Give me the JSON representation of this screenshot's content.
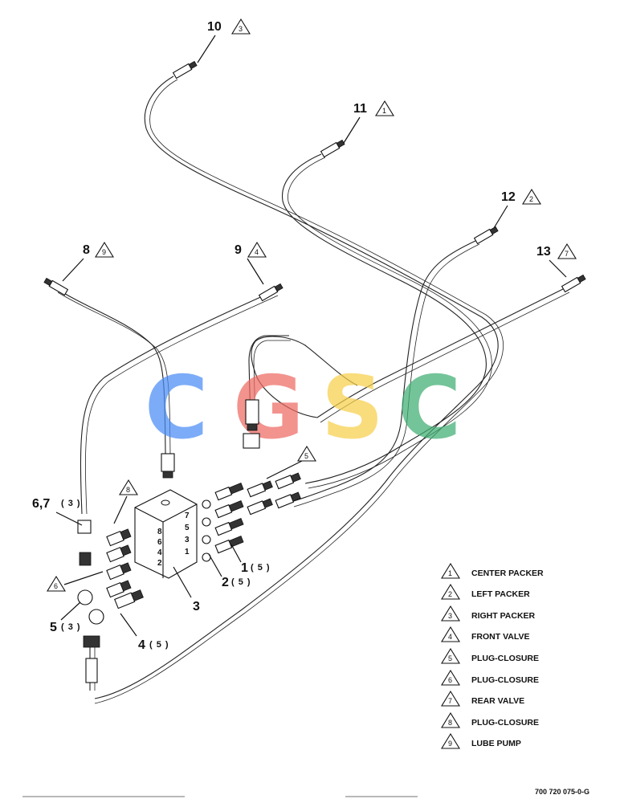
{
  "logo": {
    "letters": [
      "C",
      "G",
      "S",
      "C"
    ],
    "colors": [
      "#4a8df6",
      "#ee6a64",
      "#f7cf4b",
      "#3fae72"
    ]
  },
  "callouts": {
    "c10": "10",
    "c10_tri": "3",
    "c11": "11",
    "c11_tri": "1",
    "c12": "12",
    "c12_tri": "2",
    "c13": "13",
    "c13_tri": "7",
    "c8": "8",
    "c8_tri": "9",
    "c9": "9",
    "c9_tri": "4",
    "c5_top_tri": "5",
    "c8_mid_tri": "8",
    "c67": "6,7",
    "c67_qty": "( 3 )",
    "c6_tri": "6",
    "c5b": "5",
    "c5b_qty": "( 3 )",
    "c4": "4",
    "c4_qty": "( 5 )",
    "c1": "1",
    "c1_qty": "( 5 )",
    "c2": "2",
    "c2_qty": "( 5 )",
    "c3": "3"
  },
  "block_ports": {
    "right": [
      "7",
      "5",
      "3",
      "1"
    ],
    "left": [
      "8",
      "6",
      "4",
      "2"
    ]
  },
  "legend": [
    {
      "num": "1",
      "label": "CENTER PACKER"
    },
    {
      "num": "2",
      "label": "LEFT PACKER"
    },
    {
      "num": "3",
      "label": "RIGHT PACKER"
    },
    {
      "num": "4",
      "label": "FRONT VALVE"
    },
    {
      "num": "5",
      "label": "PLUG-CLOSURE"
    },
    {
      "num": "6",
      "label": "PLUG-CLOSURE"
    },
    {
      "num": "7",
      "label": "REAR VALVE"
    },
    {
      "num": "8",
      "label": "PLUG-CLOSURE"
    },
    {
      "num": "9",
      "label": "LUBE PUMP"
    }
  ],
  "figure_code": "700 720 075-0-G"
}
